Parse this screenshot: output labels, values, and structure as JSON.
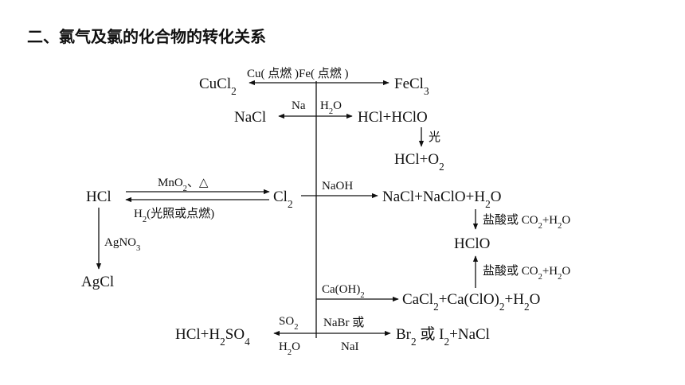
{
  "title": "二、氯气及氯的化合物的转化关系",
  "nodes": {
    "cucl2": [
      "CuCl",
      "2",
      ""
    ],
    "fecl3": [
      "FeCl",
      "3",
      ""
    ],
    "nacl": [
      "NaCl"
    ],
    "hcl_hclo": [
      "HCl+HClO"
    ],
    "hcl_o2": [
      "HCl+O",
      "2",
      ""
    ],
    "hcl": [
      "HCl"
    ],
    "cl2": [
      "Cl",
      "2",
      ""
    ],
    "nacl_naclo": [
      "NaCl+NaClO+H",
      "2",
      "O"
    ],
    "hclo": [
      "HClO"
    ],
    "agcl": [
      "AgCl"
    ],
    "cacl2": [
      "CaCl",
      "2",
      "+Ca(ClO)",
      "2",
      "+H",
      "2",
      "O"
    ],
    "hcl_h2so4": [
      "HCl+H",
      "2",
      "SO",
      "4",
      ""
    ],
    "br2": [
      "Br",
      "2",
      " 或 I",
      "2",
      "+NaCl"
    ]
  },
  "labels": {
    "cu_fe": "Cu( 点燃 )Fe( 点燃 )",
    "na": "Na",
    "h2o": [
      "H",
      "2",
      "O"
    ],
    "light": "光",
    "mno2": [
      "MnO",
      "2",
      "、△"
    ],
    "h2": [
      "H",
      "2",
      "(光照或点燃)"
    ],
    "naoh": "NaOH",
    "acid_down": [
      "盐酸或 CO",
      "2",
      "+H",
      "2",
      "O"
    ],
    "acid_up": [
      "盐酸或 CO",
      "2",
      "+H",
      "2",
      "O"
    ],
    "agno3": [
      "AgNO",
      "3",
      ""
    ],
    "caoh2": [
      "Ca(OH)",
      "2",
      ""
    ],
    "so2": [
      "SO",
      "2",
      ""
    ],
    "h2o_bottom": [
      "H",
      "2",
      "O"
    ],
    "nabr": "NaBr 或",
    "nai": "NaI"
  }
}
